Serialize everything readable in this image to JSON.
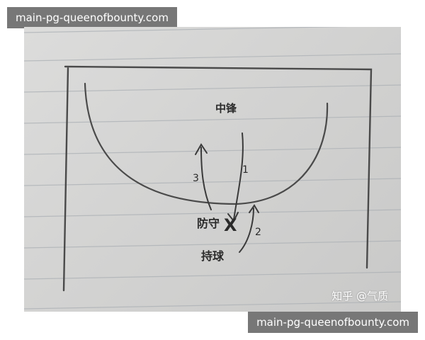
{
  "banners": {
    "top": "main-pg-queenofbounty.com",
    "bottom": "main-pg-queenofbounty.com"
  },
  "sketch": {
    "label_center": "中锋",
    "label_defender": "防守",
    "label_ball": "持球",
    "defender_mark": "X",
    "path_numbers": [
      "1",
      "2",
      "3"
    ]
  },
  "watermark": "知乎 @气质"
}
